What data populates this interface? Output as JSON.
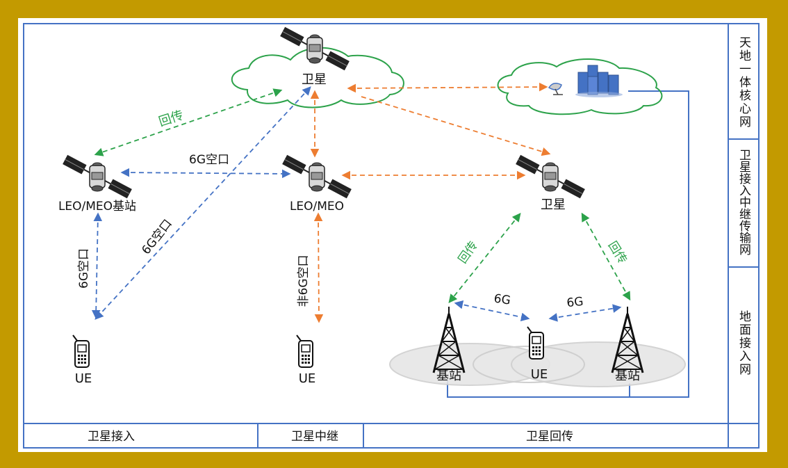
{
  "nodes": {
    "top_satellite": "卫星",
    "leo_meo_base": "LEO/MEO基站",
    "leo_meo": "LEO/MEO",
    "right_satellite": "卫星",
    "ue_left": "UE",
    "ue_middle": "UE",
    "ue_right": "UE",
    "base_station_left": "基站",
    "base_station_right": "基站"
  },
  "links": {
    "backhaul_left": "回传",
    "air_6g_top": "6G空口",
    "air_6g_diag": "6G空口",
    "air_6g_vertical": "6G空口",
    "non_6g_air": "非6G空口",
    "backhaul_right_left": "回传",
    "backhaul_right_right": "回传",
    "g6_left": "6G",
    "g6_right": "6G"
  },
  "side_labels": [
    "天地一体核心网",
    "卫星接入中继传输网",
    "地面接入网"
  ],
  "bottom_labels": [
    "卫星接入",
    "卫星中继",
    "卫星回传"
  ],
  "colors": {
    "frame_border": "#c39a00",
    "green_link": "#2ca24a",
    "blue_link": "#4472c4",
    "orange_link": "#ed7d31",
    "cloud_outline": "#2ca24a",
    "server_blue": "#4472c4"
  }
}
